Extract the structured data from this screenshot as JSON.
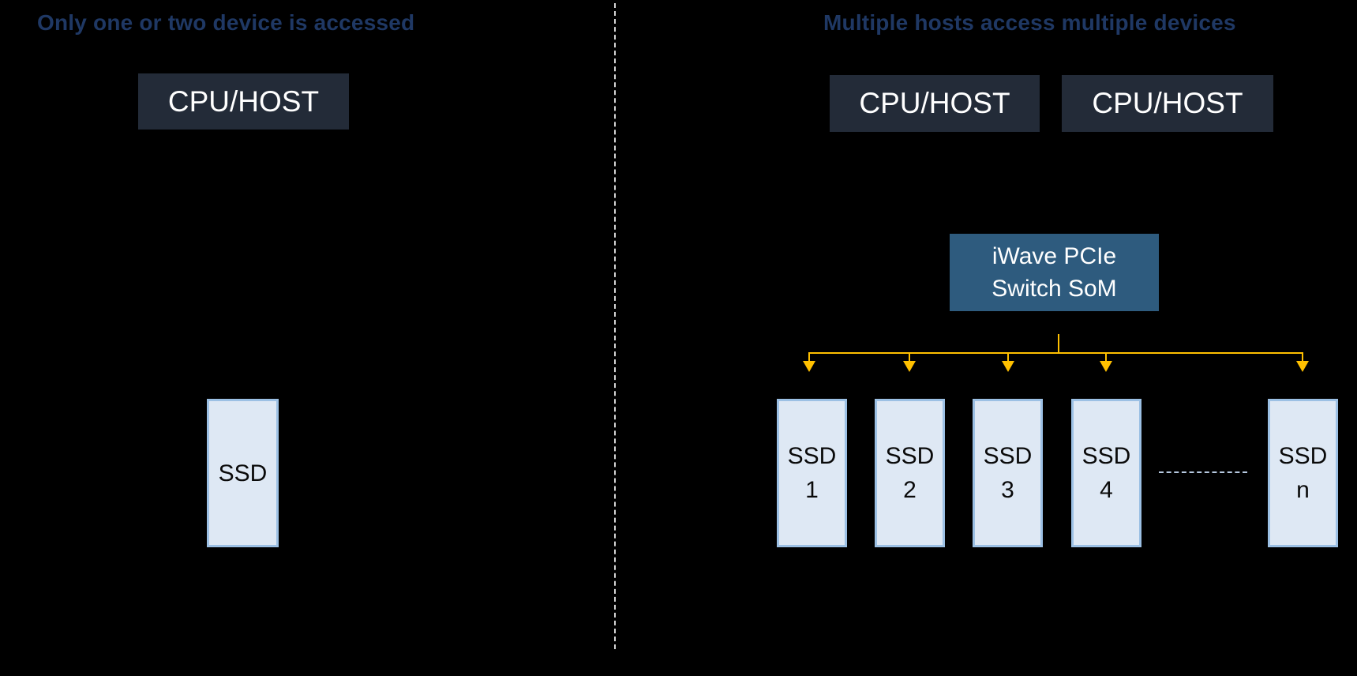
{
  "theme": {
    "background": "#000000",
    "title_color": "#1F3864",
    "host_box_fill": "#232B38",
    "host_box_text": "#FFFFFF",
    "switch_box_fill": "#2E5B7E",
    "switch_box_text": "#FFFFFF",
    "ssd_fill": "#DEE8F4",
    "ssd_border": "#9CC0E4",
    "ssd_text": "#0A0A0A",
    "connector_color": "#FFC000",
    "divider_color": "#D6D6D6",
    "ellipsis_dash_color": "#B6C9E0"
  },
  "left_panel": {
    "title": "Only one or two device is accessed",
    "host_label": "CPU/HOST",
    "ssd_label": "SSD"
  },
  "right_panel": {
    "title": "Multiple hosts access multiple devices",
    "hosts": [
      "CPU/HOST",
      "CPU/HOST"
    ],
    "switch_label_lines": [
      "iWave PCIe",
      "Switch SoM"
    ],
    "ssds": [
      {
        "name": "SSD",
        "sub": "1"
      },
      {
        "name": "SSD",
        "sub": "2"
      },
      {
        "name": "SSD",
        "sub": "3"
      },
      {
        "name": "SSD",
        "sub": "4"
      },
      {
        "name": "SSD",
        "sub": "n"
      }
    ]
  }
}
